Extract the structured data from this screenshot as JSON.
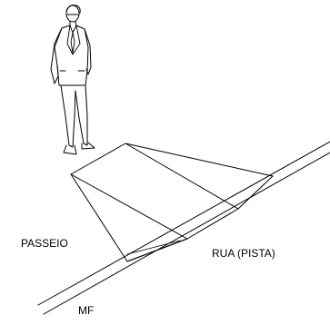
{
  "labels": {
    "sidewalk": "PASSEIO",
    "street": "RUA (PISTA)",
    "curb": "MF"
  },
  "colors": {
    "line": "#000000",
    "background": "#ffffff"
  }
}
